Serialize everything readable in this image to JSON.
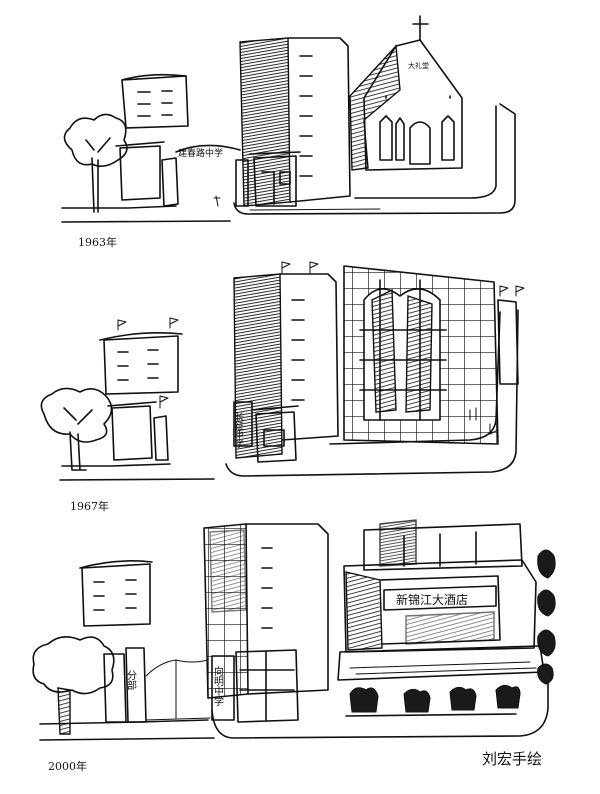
{
  "scenes": [
    {
      "year_label": "1963年",
      "gate_sign": "建春路中学",
      "church_sign": "大礼堂"
    },
    {
      "year_label": "1967年",
      "gate_sign": "长征中学"
    },
    {
      "year_label": "2000年",
      "gate_sign": "向明中学",
      "side_sign": "分部",
      "hotel_sign": "新锦江大酒店"
    }
  ],
  "signature": "刘宏手绘"
}
